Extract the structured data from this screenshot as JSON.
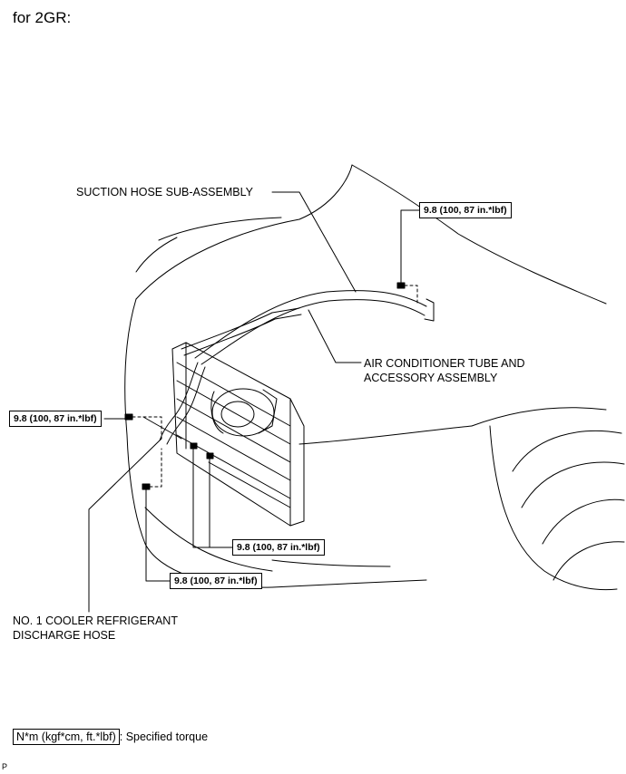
{
  "heading": "for 2GR:",
  "labels": {
    "suction_hose": "SUCTION HOSE SUB-ASSEMBLY",
    "ac_tube_line1": "AIR CONDITIONER TUBE AND",
    "ac_tube_line2": "ACCESSORY ASSEMBLY",
    "discharge_line1": "NO. 1 COOLER REFRIGERANT",
    "discharge_line2": "DISCHARGE HOSE"
  },
  "torques": {
    "top_right": "9.8 (100, 87 in.*lbf)",
    "left": "9.8 (100, 87 in.*lbf)",
    "lower_middle": "9.8 (100, 87 in.*lbf)",
    "bottom": "9.8 (100, 87 in.*lbf)"
  },
  "legend": {
    "unit_box": "N*m (kgf*cm, ft.*lbf)",
    "description": ": Specified torque"
  },
  "figure_code": "P"
}
